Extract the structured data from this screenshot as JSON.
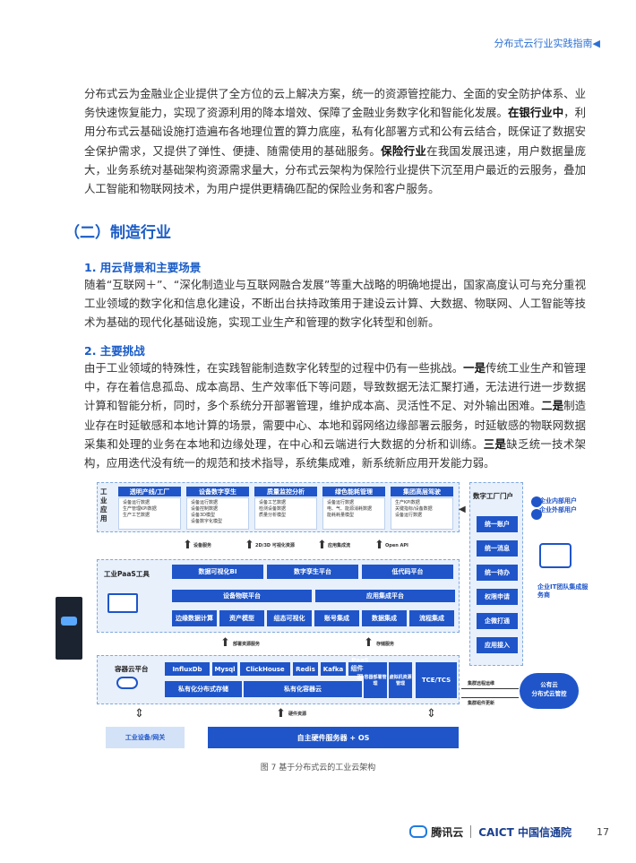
{
  "header": {
    "title": "分布式云行业实践指南◀"
  },
  "para1": {
    "seg1": "分布式云为金融业企业提供了全方位的云上解决方案，统一的资源管控能力、全面的安全防护体系、业务快速恢复能力，实现了资源利用的降本增效、保障了金融业务数字化和智能化发展。",
    "seg2": "在银行业中",
    "seg3": "，利用分布式云基础设施打造遍布各地理位置的算力底座，私有化部署方式和公有云结合，既保证了数据安全保护需求，又提供了弹性、便捷、随需使用的基础服务。",
    "seg4": "保险行业",
    "seg5": "在我国发展迅速，用户数据量庞大，业务系统对基础架构资源需求量大，分布式云架构为保险行业提供下沉至用户最近的云服务，叠加人工智能和物联网技术，为用户提供更精确匹配的保险业务和客户服务。"
  },
  "section": {
    "title": "（二）制造行业"
  },
  "sub1": {
    "title": "1. 用云背景和主要场景"
  },
  "para2": {
    "text": "随着“互联网＋”、“深化制造业与互联网融合发展”等重大战略的明确地提出，国家高度认可与充分重视工业领域的数字化和信息化建设，不断出台扶持政策用于建设云计算、大数据、物联网、人工智能等技术为基础的现代化基础设施，实现工业生产和管理的数字化转型和创新。"
  },
  "sub2": {
    "title": "2. 主要挑战"
  },
  "para3": {
    "seg1": "由于工业领域的特殊性，在实践智能制造数字化转型的过程中仍有一些挑战。",
    "seg2": "一是",
    "seg3": "传统工业生产和管理中，存在着信息孤岛、成本高昂、生产效率低下等问题，导致数据无法汇聚打通，无法进行进一步数据计算和智能分析，同时，多个系统分开部署管理，维护成本高、灵活性不足、对外输出困难。",
    "seg4": "二是",
    "seg5": "制造业存在时延敏感和本地计算的场景，需要中心、本地和弱网络边缘部署云服务，时延敏感的物联网数据采集和处理的业务在本地和边缘处理，在中心和云端进行大数据的分析和训练。",
    "seg6": "三是",
    "seg7": "缺乏统一技术架构，应用迭代没有统一的规范和技术指导，系统集成难，新系统新应用开发能力弱。"
  },
  "diagram": {
    "app_label": "工业应用",
    "apps": [
      {
        "title": "透明产线/工厂",
        "items": [
          "设备运行数据",
          "生产管理KPI数据",
          "生产工艺数据"
        ]
      },
      {
        "title": "设备数字孪生",
        "items": [
          "设备运行数据",
          "设备控制数据",
          "设备3D模型",
          "设备数字化模型"
        ]
      },
      {
        "title": "质量监控分析",
        "items": [
          "设备工艺数据",
          "检测设备数据",
          "质量分析模型"
        ]
      },
      {
        "title": "绿色能耗管理",
        "items": [
          "设备运行数据",
          "电、气、能源消耗数据",
          "能耗耗量模型"
        ]
      },
      {
        "title": "集团高层驾驶",
        "items": [
          "生产KPI数据",
          "关键指标/设备数据",
          "设备运行数据"
        ]
      }
    ],
    "mid_labels": [
      "设备服务",
      "2D/3D 可视化资源",
      "应用集成流",
      "Open API"
    ],
    "paas_label": "工业PaaS工具",
    "paas_row1": [
      "数据可视化BI",
      "数字孪生平台",
      "低代码平台"
    ],
    "paas_row2": [
      "设备物联平台",
      "应用集成平台"
    ],
    "paas_row3": [
      "边缘数据计算",
      "资产模型",
      "组态可视化",
      "账号集成",
      "数据集成",
      "流程集成"
    ],
    "mid2_labels": [
      "部署资源服务",
      "存储服务"
    ],
    "container_label": "容器云平台",
    "containers": [
      "InfluxDb",
      "Mysql",
      "ClickHouse",
      "Redis",
      "Kafka",
      "PaaS组件管理"
    ],
    "container_row2": [
      "私有化分布式存储",
      "私有化容器云",
      "容器部署管理",
      "虚拟机资源管理"
    ],
    "tce": "TCE/TCS",
    "hw_label": "硬件资源",
    "bottom_left": "工业设备/网关",
    "bottom_right": "自主硬件服务器 + OS",
    "portal_title": "数字工厂门户",
    "portal_items": [
      "统一账户",
      "统一消息",
      "统一待办",
      "权限申请",
      "企微打通",
      "应用接入"
    ],
    "users": [
      "企业内部用户",
      "企业外部用户"
    ],
    "it_team": "企业IT团队集成服务商",
    "cloud_labels": [
      "公有云",
      "分布式云管控"
    ],
    "cluster_labels": [
      "集群远程运维",
      "集群组件更新"
    ]
  },
  "caption": {
    "text": "图 7 基于分布式云的工业云架构"
  },
  "footer": {
    "logo1": "腾讯云",
    "logo2a": "CAICT",
    "logo2b": "中国信通院",
    "page": "17"
  }
}
